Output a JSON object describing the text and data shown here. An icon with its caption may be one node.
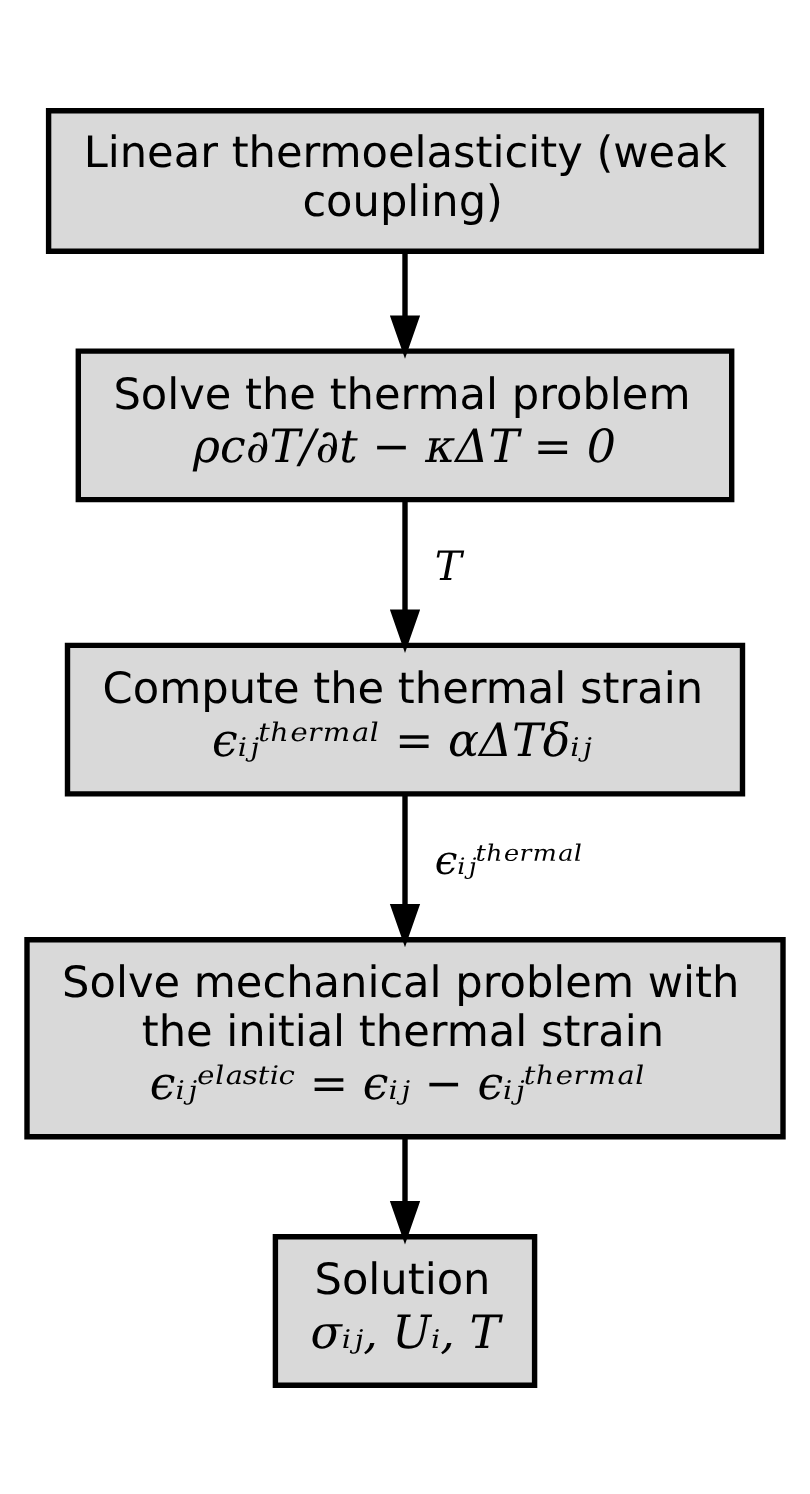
{
  "diagram": {
    "nodes": [
      {
        "text": [
          "Linear thermoelasticity (weak coupling)"
        ]
      },
      {
        "text": [
          "Solve the thermal problem",
          "ρc∂T/∂t − κΔT = 0"
        ]
      },
      {
        "text": [
          "Compute the thermal strain",
          "ϵᵢⱼᵗʰᵉʳᵐᵃˡ = αΔTδᵢⱼ"
        ]
      },
      {
        "text": [
          "Solve mechanical problem with the initial thermal strain",
          "ϵᵢⱼᵉˡᵃˢᵗⁱᶜ = ϵᵢⱼ − ϵᵢⱼᵗʰᵉʳᵐᵃˡ"
        ]
      },
      {
        "text": [
          "Solution",
          "σᵢⱼ, Uᵢ, T"
        ]
      }
    ],
    "edges": [
      {
        "from": 0,
        "to": 1,
        "arrow": "to"
      },
      {
        "from": 1,
        "to": 2,
        "arrow": "to",
        "label": "T"
      },
      {
        "from": 2,
        "to": 3,
        "arrow": "to",
        "label": "ϵᵢⱼᵗʰᵉʳᵐᵃˡ"
      },
      {
        "from": 3,
        "to": 4,
        "arrow": "to"
      }
    ]
  }
}
